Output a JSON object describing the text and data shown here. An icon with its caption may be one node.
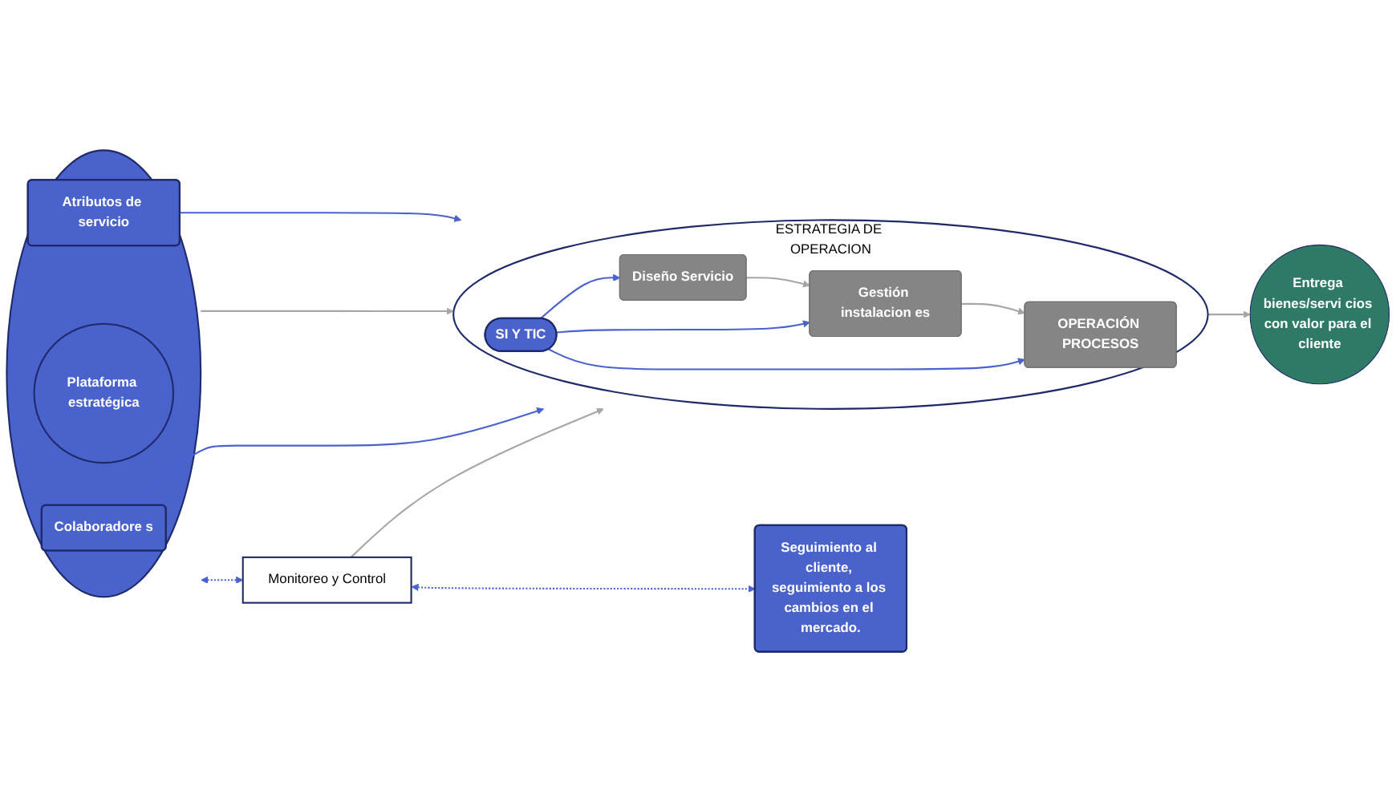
{
  "diagram": {
    "nodes": [
      {
        "text": [],
        "shape": "ellipse"
      },
      {
        "text": [
          "Atributos de servicio"
        ],
        "in": 0
      },
      {
        "text": [
          "Plataforma estratégica"
        ],
        "in": 0
      },
      {
        "text": [
          "Colaboradore s"
        ],
        "in": 0
      },
      {
        "text": [
          "ESTRATEGIA DE OPERACION"
        ]
      },
      {
        "text": [
          "Diseño Servicio"
        ],
        "in": 4
      },
      {
        "text": [
          "Gestión instalacion es"
        ],
        "in": 4
      },
      {
        "text": [
          "OPERACIÓN PROCESOS"
        ],
        "in": 4
      },
      {
        "text": [
          "SI Y TIC"
        ],
        "in": 4
      },
      {
        "text": [
          "Entrega bienes/servi cios con valor para el cliente"
        ]
      },
      {
        "text": [
          "Monitoreo y Control"
        ]
      },
      {
        "text": [
          "Seguimiento al cliente, seguimiento a los cambios en el mercado."
        ]
      }
    ],
    "edges": [
      {
        "from": 1,
        "to": 4,
        "arrow": "to"
      },
      {
        "from": 0,
        "to": 4,
        "arrow": "to",
        "color": "#a6a6a6"
      },
      {
        "from": 3,
        "to": 4,
        "arrow": "to"
      },
      {
        "from": 5,
        "to": 6,
        "arrow": "to",
        "color": "#a6a6a6"
      },
      {
        "from": 6,
        "to": 7,
        "arrow": "to",
        "color": "#a6a6a6"
      },
      {
        "from": 8,
        "to": 5,
        "arrow": "to"
      },
      {
        "from": 8,
        "to": 6,
        "arrow": "to"
      },
      {
        "from": 8,
        "to": 7,
        "arrow": "to"
      },
      {
        "from": 4,
        "to": 9,
        "arrow": "to",
        "color": "#a6a6a6"
      },
      {
        "from": 10,
        "to": 4,
        "arrow": "to",
        "color": "#a6a6a6"
      },
      {
        "from": 0,
        "to": 10,
        "arrow": "both",
        "style": "dashed"
      },
      {
        "from": 10,
        "to": 11,
        "arrow": "both",
        "style": "dashed"
      }
    ]
  }
}
